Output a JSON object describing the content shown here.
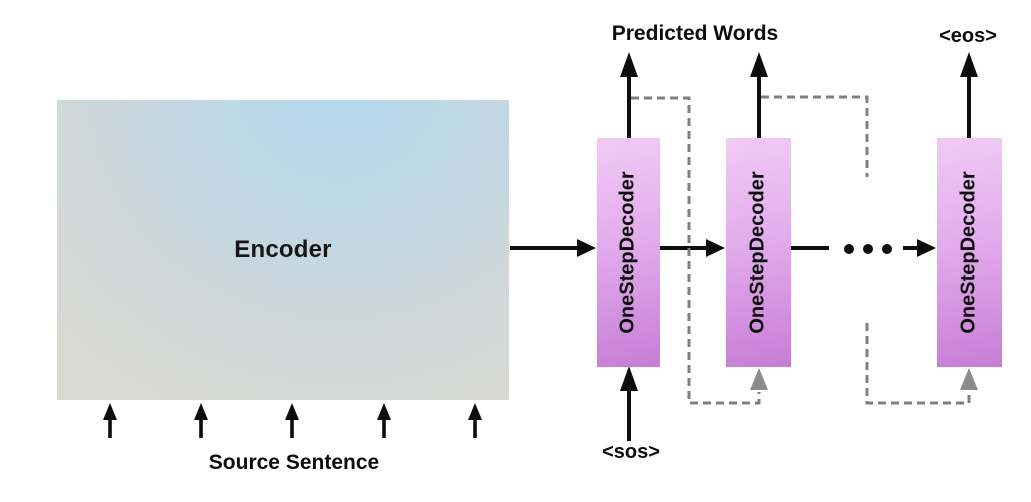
{
  "encoder": {
    "label": "Encoder"
  },
  "source": {
    "label": "Source Sentence"
  },
  "decoders": [
    {
      "label": "OneStepDecoder"
    },
    {
      "label": "OneStepDecoder"
    },
    {
      "label": "OneStepDecoder"
    }
  ],
  "outputs": {
    "predicted_words": "Predicted Words",
    "eos": "<eos>"
  },
  "inputs": {
    "sos": "<sos>"
  },
  "colors": {
    "encoder_gradient_blue": "#b4d9ee",
    "encoder_gradient_gray": "#d8d8d5",
    "decoder_gradient_top": "#f0cbf5",
    "decoder_gradient_bottom": "#c77dd6",
    "arrow_black": "#0d0d0d",
    "dashed_feedback_gray": "#7f7f7f",
    "feedback_arrowhead_gray": "#8c8c8c",
    "background": "#ffffff"
  }
}
